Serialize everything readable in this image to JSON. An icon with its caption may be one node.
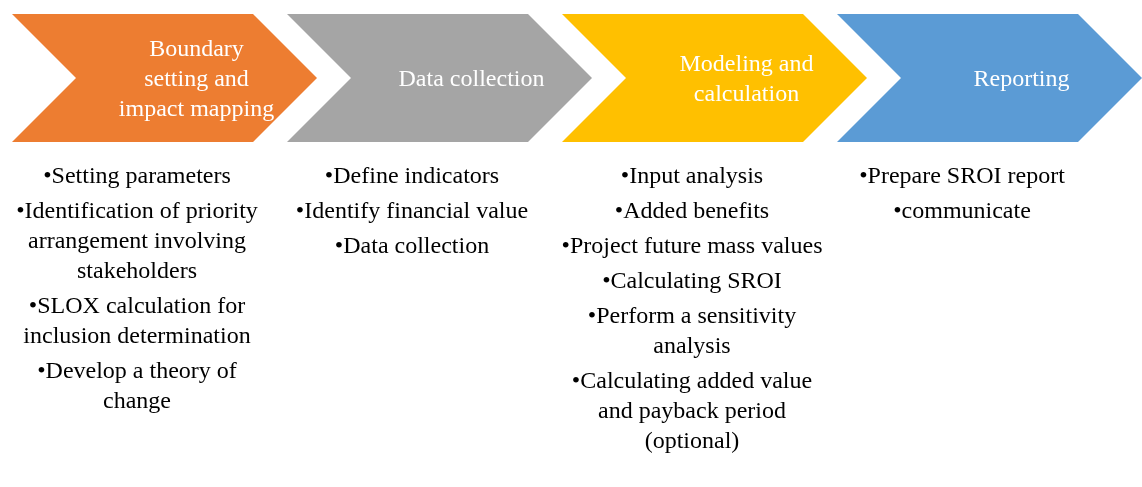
{
  "diagram": {
    "nodes": [
      {
        "text": [
          "Boundary setting and impact mapping"
        ],
        "beside": [
          "•Setting parameters",
          "•Identification of priority arrangement involving stakeholders",
          "•SLOX calculation for inclusion determination",
          "•Develop a theory of change"
        ]
      },
      {
        "text": [
          "Data collection"
        ],
        "beside": [
          "•Define indicators",
          "•Identify financial value",
          "•Data collection"
        ]
      },
      {
        "text": [
          "Modeling and calculation"
        ],
        "beside": [
          "•Input analysis",
          "•Added benefits",
          "•Project future mass values",
          "•Calculating SROI",
          "•Perform a sensitivity analysis",
          "•Calculating added value and payback period (optional)"
        ]
      },
      {
        "text": [
          "Reporting"
        ],
        "beside": [
          "•Prepare SROI report",
          "•communicate"
        ]
      }
    ]
  }
}
